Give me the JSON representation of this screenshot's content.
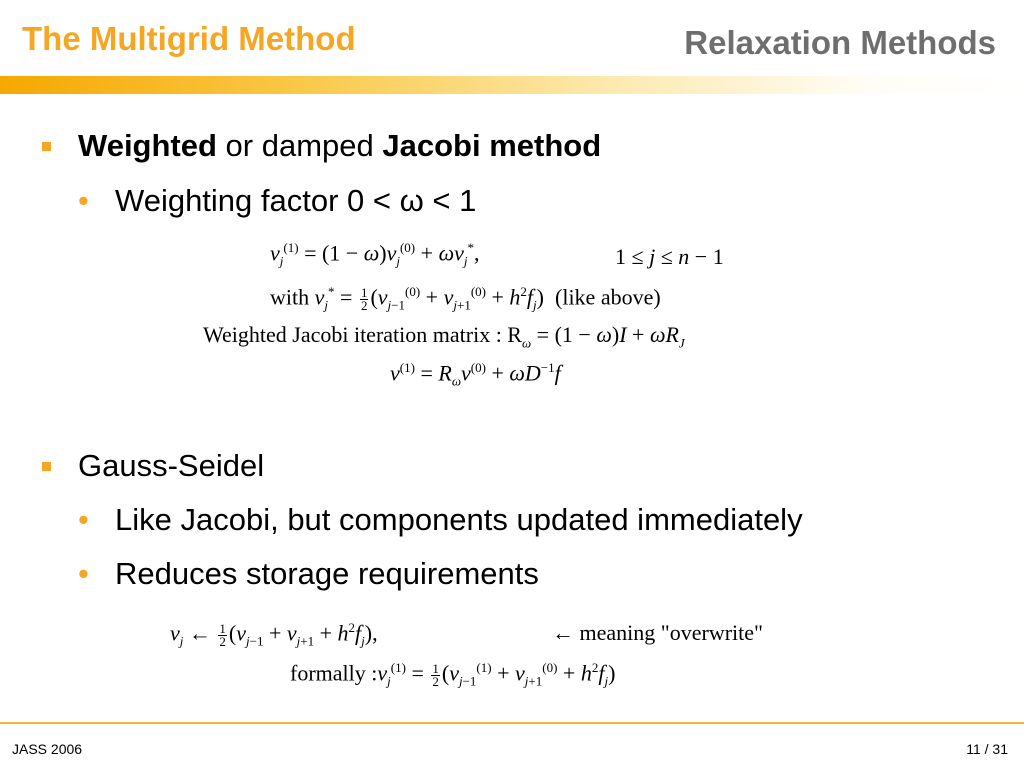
{
  "header": {
    "left_title": "The Multigrid Method",
    "right_title": "Relaxation Methods"
  },
  "section1": {
    "bullet_bold1": "Weighted",
    "bullet_mid": " or damped ",
    "bullet_bold2": "Jacobi method",
    "sub_bullet": "Weighting factor 0 < ω < 1",
    "eq1_left": "v",
    "eq1_text": "= (1 − ω)v",
    "eq1_range": "1 ≤ j ≤ n − 1",
    "eq2_with": "with",
    "eq2_rhs": "(like above)",
    "eq3_label": "Weighted Jacobi iteration matrix : R",
    "eq3_rhs": "= (1 − ω)I + ωR",
    "eq4": "v(1) = Rω v(0) + ωD−1 f"
  },
  "section2": {
    "bullet": "Gauss-Seidel",
    "sub_bullets": [
      "Like Jacobi, but components updated immediately",
      "Reduces storage requirements"
    ],
    "eq5_note": "← meaning \"overwrite\"",
    "eq6_label": "formally :"
  },
  "footer": {
    "left": "JASS 2006",
    "right": "11 / 31"
  }
}
